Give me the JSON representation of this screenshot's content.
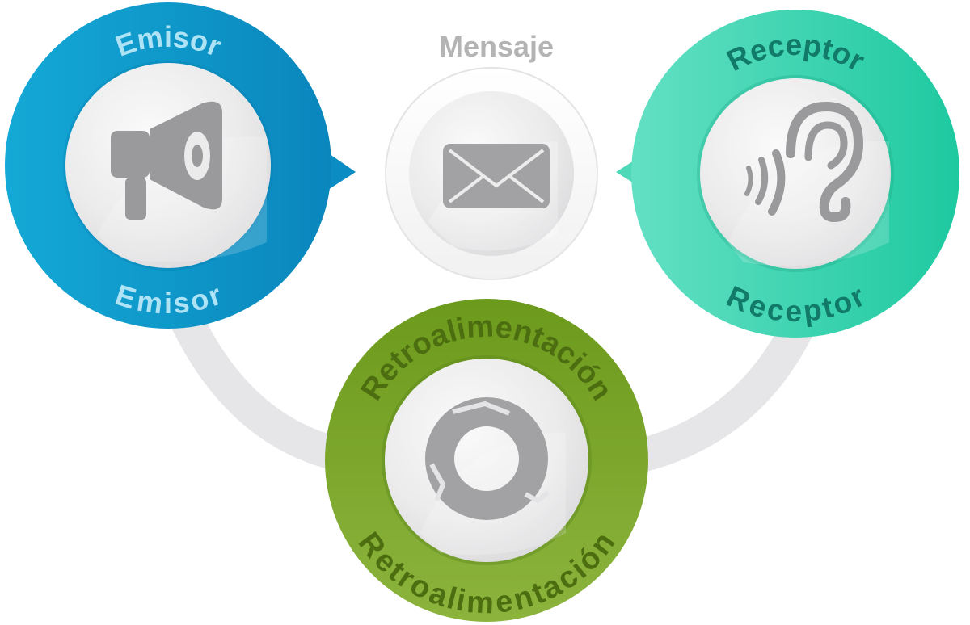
{
  "diagram": {
    "emisor": {
      "label_top": "Emisor",
      "label_bottom": "Emisor",
      "icon": "megaphone-icon",
      "color": "#0a8fc6",
      "text_color": "#aee3f5"
    },
    "mensaje": {
      "label": "Mensaje",
      "icon": "envelope-icon",
      "text_color": "#b4b4b4"
    },
    "receptor": {
      "label_top": "Receptor",
      "label_bottom": "Receptor",
      "icon": "ear-icon",
      "color": "#33d1ad",
      "text_color": "#127a68"
    },
    "retroalimentacion": {
      "label_top": "Retroalimentación",
      "label_bottom": "Retroalimentación",
      "icon": "cycle-icon",
      "color": "#7aa62c",
      "text_color": "#4c6e11"
    },
    "connector_color": "#e6e6e8",
    "icon_color": "#9a9a9c"
  }
}
